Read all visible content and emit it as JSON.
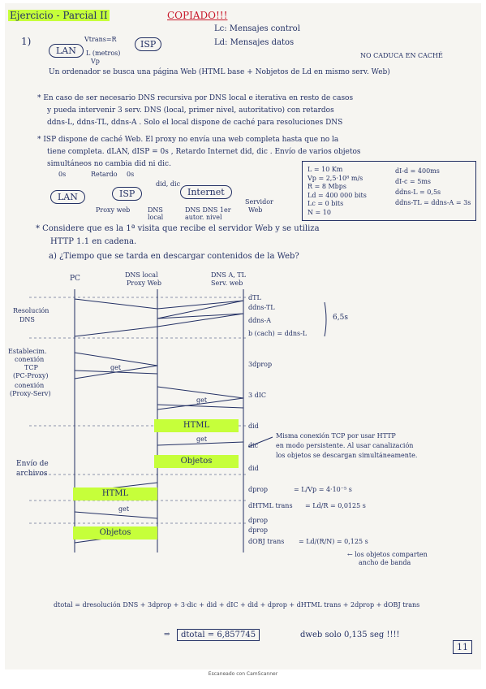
{
  "header": {
    "title": "Ejercicio - Parcial II",
    "copiado": "COPIADO!!!",
    "lc": "Lc: Mensajes control",
    "ld": "Ld: Mensajes datos"
  },
  "sketch1": {
    "num": "1)",
    "lan": "LAN",
    "isp": "ISP",
    "vtrans": "Vtrans=R",
    "length": "L (metros)",
    "vp": "Vp",
    "note": "NO CADUCA EN CACHÉ",
    "line": "Un ordenador se busca una página Web (HTML base + Nobjetos de Ld en mismo serv. Web)"
  },
  "para1": {
    "l1": "* En caso de ser necesario DNS recursiva por DNS local e iterativa en resto de casos",
    "l2": "y pueda intervenir 3 serv. DNS (local, primer nivel, autoritativo) con retardos",
    "l3": "ddns-L, ddns-TL, ddns-A . Solo el local dispone de caché para resoluciones DNS"
  },
  "para2": {
    "l1": "* ISP dispone de caché Web. El proxy no envía una web completa hasta que no la",
    "l2": "tiene completa. dLAN, dISP = 0s , Retardo Internet did, dic . Envío de varios objetos",
    "l3": "simultáneos no cambia did ni dic."
  },
  "sketch2": {
    "os1": "0s",
    "retardo": "Retardo",
    "os2": "0s",
    "didic": "did, dic",
    "lan": "LAN",
    "isp": "ISP",
    "internet": "Internet",
    "servidor": "Servidor",
    "web": "Web",
    "proxy": "Proxy web",
    "dnslocal1": "DNS",
    "dnslocal2": "local",
    "dnsotros1": "DNS DNS 1er",
    "dnsotros2": "autor. nivel"
  },
  "params": {
    "left": [
      "L = 10 Km",
      "Vp = 2,5·10⁸ m/s",
      "R = 8 Mbps",
      "Ld = 400 000 bits",
      "Lc = 0 bits",
      "N = 10"
    ],
    "right": [
      "dI-d = 400ms",
      "dI-c = 5ms",
      "ddns-L = 0,5s",
      "ddns-TL = ddns-A = 3s"
    ]
  },
  "para3": {
    "l1": "* Considere que es la 1ª visita que recibe el servidor Web y se utiliza",
    "l2": "HTTP 1.1 en cadena.",
    "qa": "a) ¿Tiempo que se tarda en descargar contenidos de la Web?"
  },
  "diagram": {
    "col_pc": "PC",
    "col_dns1": "DNS local",
    "col_dns2": "Proxy Web",
    "col_srv1": "DNS A, TL",
    "col_srv2": "Serv. web",
    "res1": "Resolución",
    "res2": "DNS",
    "est1": "Establecim.",
    "est2": "conexión",
    "est3": "TCP",
    "est4": "(PC-Proxy)",
    "est5": "conexión",
    "est6": "(Proxy-Serv)",
    "env1": "Envío de",
    "env2": "archivos",
    "get1": "get",
    "get2": "get",
    "get3": "get",
    "get4": "get",
    "html1": "HTML",
    "objetos1": "Objetos",
    "html2": "HTML",
    "objetos2": "Objetos",
    "r_tl": "dTL",
    "r_dnstl": "ddns-TL",
    "r_dnsa": "ddns-A",
    "r_b": "b (cach) = ddns-L",
    "r_65": "6,5s",
    "r_3dprop": "3dprop",
    "r_3dic": "3 dIC",
    "r_did1": "did",
    "r_dic": "dic",
    "r_did2": "did",
    "r_dprop": "dprop",
    "r_eq1": "= L/Vp = 4·10⁻⁵ s",
    "r_dhtml": "dHTML trans",
    "r_eq2": "= Ld/R = 0,0125 s",
    "r_dprop2": "dprop",
    "r_dprop3": "dprop",
    "r_dobj": "dOBJ trans",
    "r_eq3": "= Ld/(R/N) = 0,125 s",
    "r_note1": "← los objetos comparten",
    "r_note2": "ancho de banda",
    "misma1": "Misma conexión TCP por usar HTTP",
    "misma2": "en modo persistente. Al usar canalización",
    "misma3": "los objetos se descargan simultáneamente."
  },
  "total": {
    "formula": "dtotal = dresolución DNS + 3dprop + 3·dic + did + dIC + did + dprop + dHTML trans + 2dprop + dOBJ trans",
    "result": "dtotal = 6,857745",
    "prefix": "⇒",
    "solo": "dweb solo 0,135 seg !!!!",
    "page": "11"
  },
  "footer": {
    "scanner": "Escaneado con CamScanner"
  }
}
